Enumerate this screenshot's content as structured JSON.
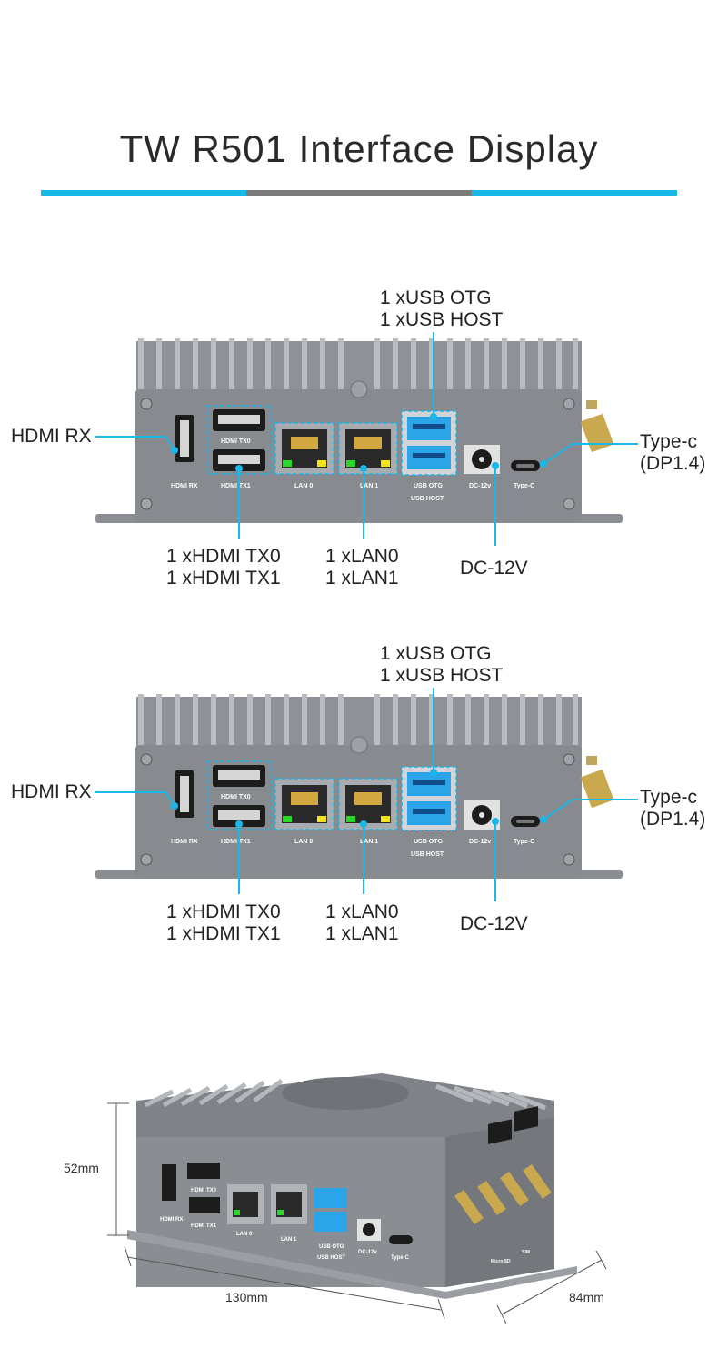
{
  "title": "TW R501 Interface Display",
  "colors": {
    "accent": "#18b8e8",
    "divider_mid": "#7a7a7a",
    "chassis": "#8d9196",
    "port_label": "#ffffff"
  },
  "callouts": {
    "usb_line1": "1 xUSB OTG",
    "usb_line2": "1 xUSB HOST",
    "hdmi_rx": "HDMI RX",
    "typec_line1": "Type-c",
    "typec_line2": "(DP1.4)",
    "hdmi_tx_line1": "1 xHDMI TX0",
    "hdmi_tx_line2": "1 xHDMI TX1",
    "lan_line1": "1 xLAN0",
    "lan_line2": "1 xLAN1",
    "dc": "DC-12V"
  },
  "port_labels": {
    "hdmi_rx": "HDMI RX",
    "hdmi_tx0": "HDMI TX0",
    "hdmi_tx1": "HDMI TX1",
    "lan0": "LAN 0",
    "lan1": "LAN 1",
    "usb_otg": "USB OTG",
    "usb_host": "USB HOST",
    "dc": "DC-12v",
    "typec": "Type-C",
    "micro_sd": "Micro SD",
    "sim": "SIM"
  },
  "dimensions": {
    "height": "52mm",
    "width": "130mm",
    "depth": "84mm"
  }
}
